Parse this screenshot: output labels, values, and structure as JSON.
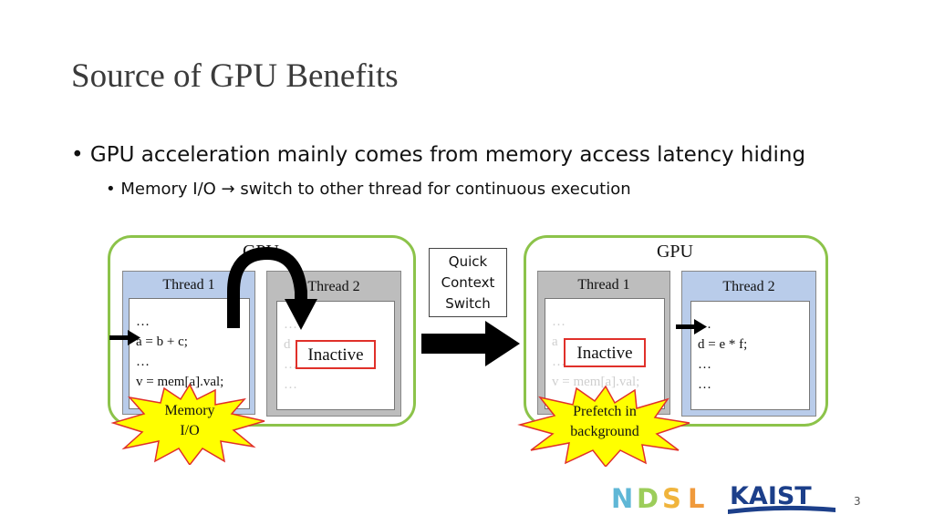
{
  "slide": {
    "title": "Source of GPU Benefits",
    "bullet1": "GPU acceleration mainly comes from memory access latency hiding",
    "bullet2": "Memory I/O → switch to other thread for continuous execution",
    "page_number": "3"
  },
  "left_gpu": {
    "label": "GPU",
    "thread1": {
      "title": "Thread 1",
      "code": [
        "…",
        "a = b + c;",
        "…",
        "v = mem[a].val;"
      ]
    },
    "thread2": {
      "title": "Thread 2",
      "code": [
        "…",
        "d",
        "…",
        "…"
      ],
      "status": "Inactive"
    },
    "burst": {
      "line1": "Memory",
      "line2": "I/O"
    }
  },
  "context_switch": {
    "line1": "Quick",
    "line2": "Context",
    "line3": "Switch"
  },
  "right_gpu": {
    "label": "GPU",
    "thread1": {
      "title": "Thread 1",
      "code": [
        "…",
        "a",
        "…",
        "v = mem[a].val;"
      ],
      "status": "Inactive"
    },
    "thread2": {
      "title": "Thread 2",
      "code": [
        "…",
        "d = e * f;",
        "…",
        "…"
      ]
    },
    "burst": {
      "line1": "Prefetch in",
      "line2": "background"
    }
  },
  "logos": {
    "ndsl": "NDSL",
    "kaist": "KAIST"
  },
  "colors": {
    "gpu_border": "#8cc34a",
    "thread_blue": "#b9ccea",
    "thread_gray": "#bdbdbd",
    "inactive_border": "#e0302a",
    "burst_fill": "#ffff00",
    "burst_stroke": "#e0302a"
  }
}
